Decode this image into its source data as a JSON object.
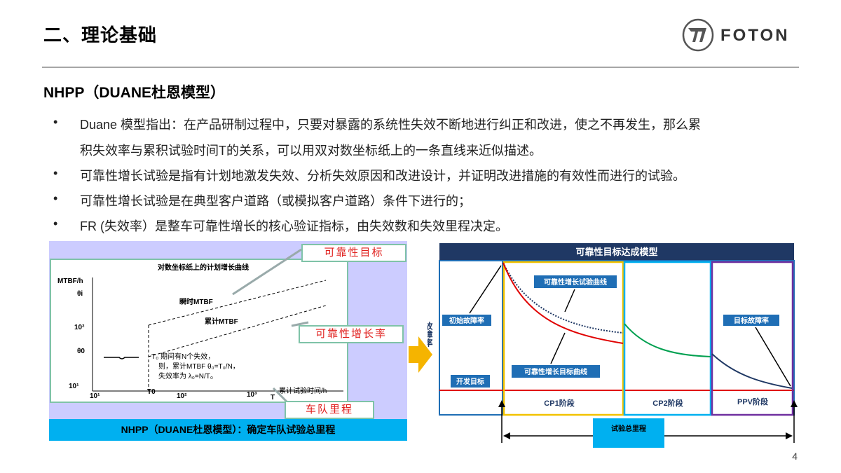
{
  "header": {
    "title": "二、理论基础",
    "brand_name": "FOTON"
  },
  "subtitle": "NHPP（DUANE杜恩模型）",
  "bullets": [
    "Duane 模型指出：在产品研制过程中，只要对暴露的系统性失效不断地进行纠正和改进，使之不再发生，那么累",
    "积失效率与累积试验时间T的关系，可以用双对数坐标纸上的一条直线来近似描述。",
    "可靠性增长试验是指有计划地激发失效、分析失效原因和改进设计，并证明改进措施的有效性而进行的试验。",
    "可靠性增长试验是在典型客户道路（或模拟客户道路）条件下进行的；",
    "FR (失效率）是整车可靠性增长的核心验证指标，由失效数和失效里程决定。"
  ],
  "left_figure": {
    "plot_title": "对数坐标纸上的计划增长曲线",
    "y_label": "MTBF/h",
    "y_ticks": [
      "θi",
      "10²",
      "θ0",
      "10¹"
    ],
    "x_ticks": [
      "10¹",
      "T0",
      "10²",
      "10³",
      "T"
    ],
    "x_label": "累计试验时间/h",
    "line_label_instant": "瞬时MTBF",
    "line_label_cumulative": "累计MTBF",
    "annotation_lines": [
      "T₀ 期间有N个失效，",
      "则，累计MTBF θ₀=T₀/N，",
      "失效率为 λ₀=N/T₀"
    ],
    "callout_target": "可靠性目标",
    "callout_growth": "可靠性增长率",
    "callout_mileage": "车队里程",
    "caption": "NHPP（DUANE杜恩模型）：确定车队试验总里程"
  },
  "right_figure": {
    "title": "可靠性目标达成模型",
    "y_axis_label": "故障率",
    "label_initial": "初始故障率",
    "label_dev_target": "开发目标",
    "label_test_curve": "可靠性增长试验曲线",
    "label_target_curve": "可靠性增长目标曲线",
    "label_target_rate": "目标故障率",
    "phases": [
      "CP1阶段",
      "CP2阶段",
      "PPV阶段"
    ],
    "label_total_mileage": "试验总里程",
    "colors": {
      "title_bar": "#1f3864",
      "box": "#1f77b4",
      "label_box": "#1f6eb5",
      "cp1": "#f2c200",
      "cp2": "#00b0f0",
      "ppv": "#7030a0",
      "target_line": "#e00000"
    }
  },
  "page_number": "4"
}
